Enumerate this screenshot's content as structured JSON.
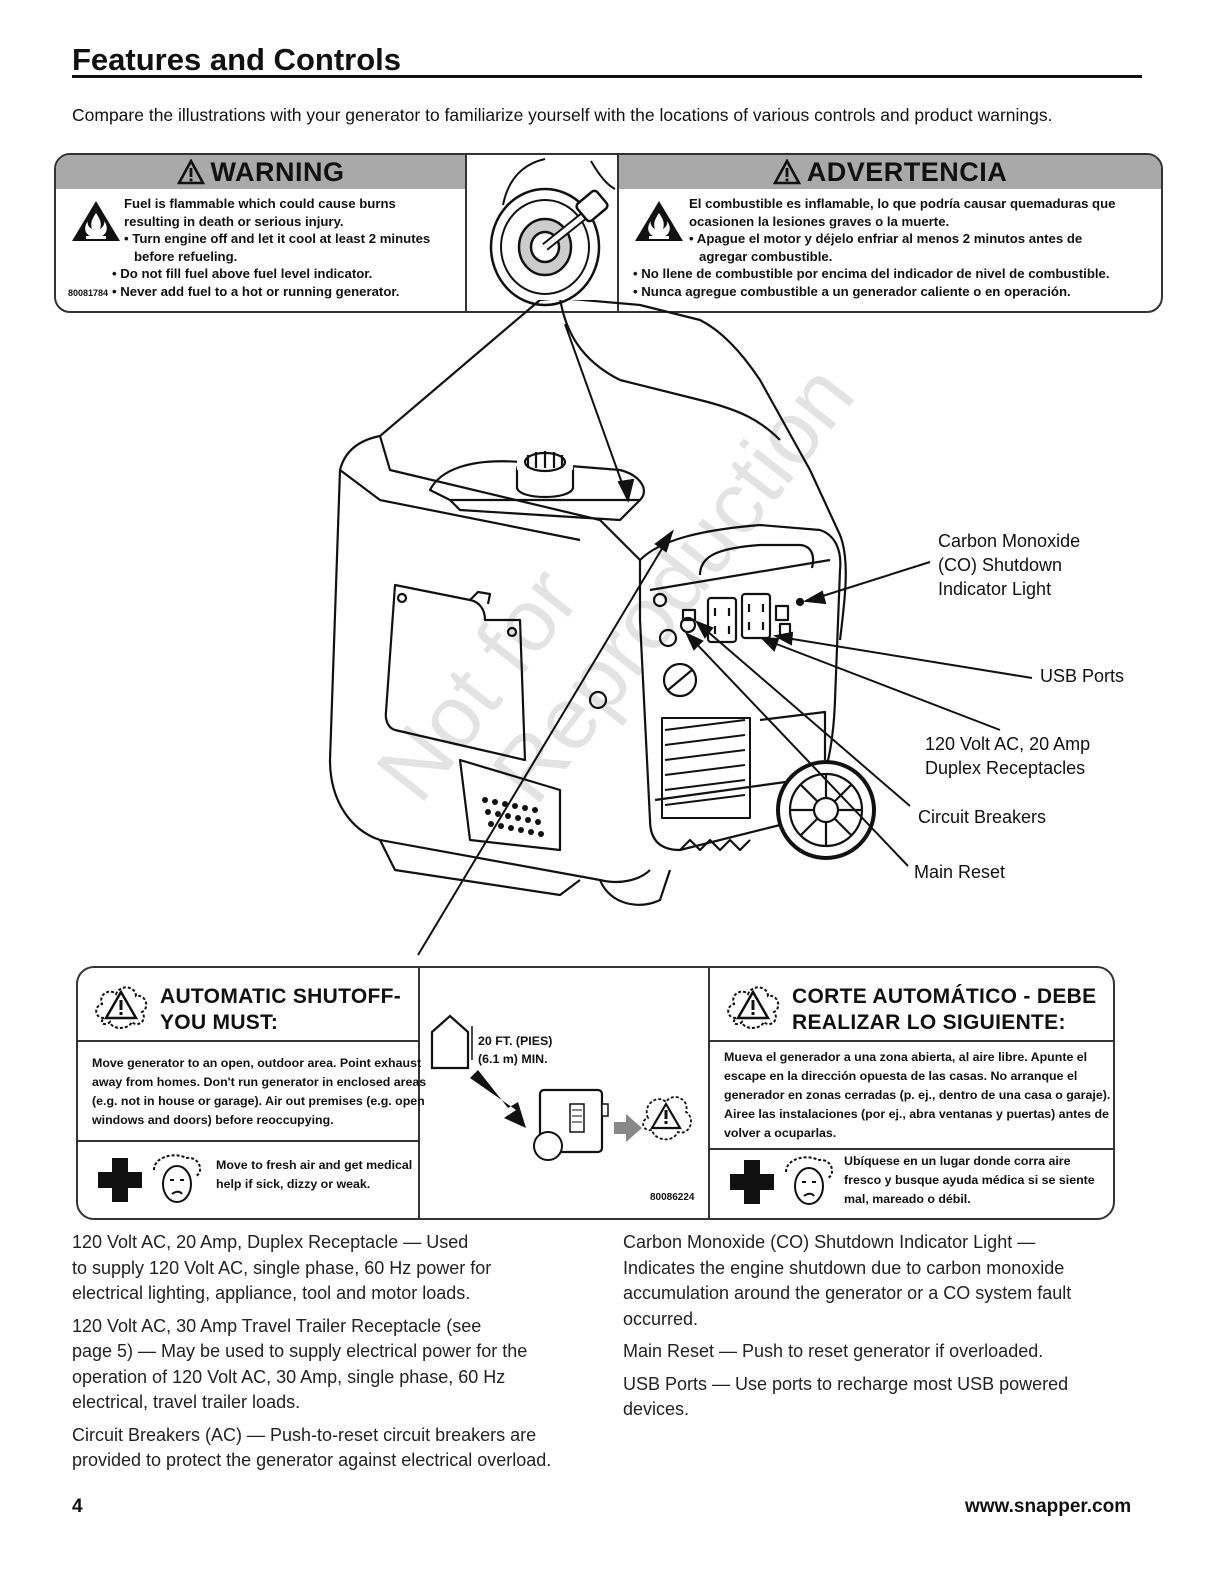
{
  "page": {
    "title": "Features and Controls",
    "intro": "Compare the illustrations with your generator to familiarize yourself with the locations of various controls and product warnings."
  },
  "warning_panel": {
    "en": {
      "header": "WARNING",
      "lines": [
        "Fuel is flammable which could cause burns",
        "resulting in death or serious injury.",
        "• Turn engine off and let it cool at least 2 minutes",
        "before refueling.",
        "• Do not fill fuel above fuel level indicator.",
        "• Never add fuel to a hot or running generator."
      ],
      "part_number": "80081784"
    },
    "es": {
      "header": "ADVERTENCIA",
      "lines": [
        "El combustible es inflamable, lo que podría causar quemaduras que",
        "ocasionen la lesiones graves o la muerte.",
        "• Apague el motor y déjelo enfriar al menos 2 minutos antes de",
        "agregar combustible.",
        "• No llene de combustible por encima del indicador de nivel de combustible.",
        "• Nunca agregue combustible a un generador caliente o en operación."
      ]
    }
  },
  "callouts": {
    "co_light": [
      "Carbon Monoxide",
      "(CO) Shutdown",
      "Indicator Light"
    ],
    "usb": "USB Ports",
    "receptacles": [
      "120 Volt AC, 20 Amp",
      "Duplex Receptacles"
    ],
    "breakers": "Circuit Breakers",
    "reset": "Main Reset"
  },
  "shutoff_panel": {
    "en": {
      "header": [
        "AUTOMATIC SHUTOFF-",
        "YOU MUST:"
      ],
      "body": [
        "Move generator to an open, outdoor area. Point exhaust",
        "away from homes. Don't run generator in enclosed areas",
        "(e.g. not in house or garage). Air out premises (e.g. open",
        "windows and doors) before reoccupying."
      ],
      "aid": [
        "Move to fresh air and get medical",
        "help if sick, dizzy or weak."
      ]
    },
    "middle": {
      "distance": [
        "20 FT. (PIES)",
        "(6.1 m) MIN."
      ],
      "part_number": "80086224"
    },
    "es": {
      "header": [
        "CORTE AUTOMÁTICO - DEBE",
        "REALIZAR LO SIGUIENTE:"
      ],
      "body": [
        "Mueva el generador a una zona abierta, al aire libre. Apunte el",
        "escape en la dirección opuesta de las casas. No arranque el",
        "generador en zonas cerradas (p. ej., dentro de una casa o garaje).",
        "Airee las instalaciones (por ej., abra ventanas y puertas) antes de",
        "volver a ocuparlas."
      ],
      "aid": [
        "Ubíquese en un lugar donde corra aire",
        "fresco y busque ayuda médica si se siente",
        "mal, mareado o débil."
      ]
    }
  },
  "descriptions": {
    "left": [
      [
        "120 Volt AC, 20 Amp, Duplex Receptacle  —  Used",
        "to supply 120 Volt AC, single phase, 60 Hz power for",
        "electrical lighting, appliance, tool and motor loads."
      ],
      [
        "120 Volt AC, 30 Amp Travel Trailer Receptacle (see",
        "page 5) — May be used to supply electrical power for the",
        "operation of 120 Volt AC, 30 Amp, single phase, 60 Hz",
        "electrical, travel trailer loads."
      ],
      [
        "Circuit Breakers (AC) — Push-to-reset circuit breakers are",
        "provided to protect the generator against electrical overload."
      ]
    ],
    "right": [
      [
        "Carbon Monoxide (CO) Shutdown Indicator Light —",
        "Indicates the engine shutdown due to carbon monoxide",
        "accumulation around the generator or a CO system fault",
        "occurred."
      ],
      [
        "Main Reset — Push to reset generator if overloaded."
      ],
      [
        "USB Ports — Use ports to recharge most USB powered",
        "devices."
      ]
    ]
  },
  "footer": {
    "page_number": "4",
    "url": "www.snapper.com"
  },
  "watermark": [
    "Not for",
    "Reproduction"
  ]
}
